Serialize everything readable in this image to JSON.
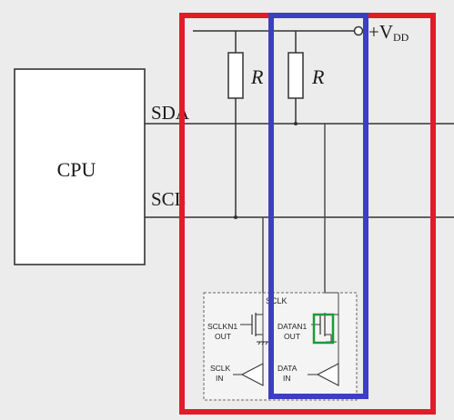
{
  "diagram": {
    "cpu_label": "CPU",
    "sda_label": "SDA",
    "scl_label": "SCL",
    "vdd_label": "+V",
    "vdd_sub": "DD",
    "resistor_labels": [
      "R",
      "R"
    ],
    "chip": {
      "sclk_label": "SCLK",
      "sclkn1_out": [
        "SCLKN1",
        "OUT"
      ],
      "datan1_out": [
        "DATAN1",
        "OUT"
      ],
      "sclk_in": [
        "SCLK",
        "IN"
      ],
      "data_in": [
        "DATA",
        "IN"
      ]
    },
    "highlight_colors": {
      "red": "#e21b2a",
      "blue": "#3c3fc4",
      "green": "#1e9a3a"
    }
  }
}
